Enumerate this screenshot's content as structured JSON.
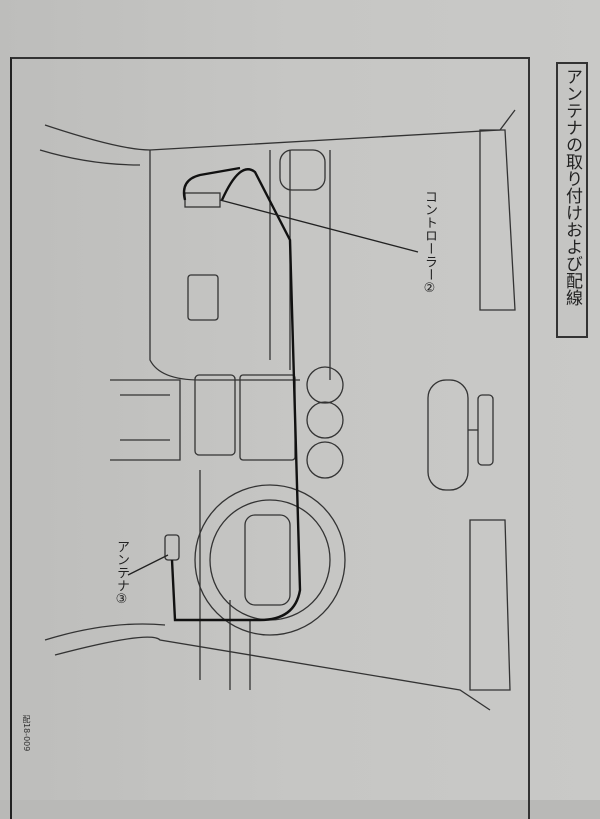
{
  "title": "アンテナの取り付けおよび配線",
  "labels": {
    "controller": "コントローラー②",
    "antenna": "アンテナ③"
  },
  "figure_code": "配18-009"
}
